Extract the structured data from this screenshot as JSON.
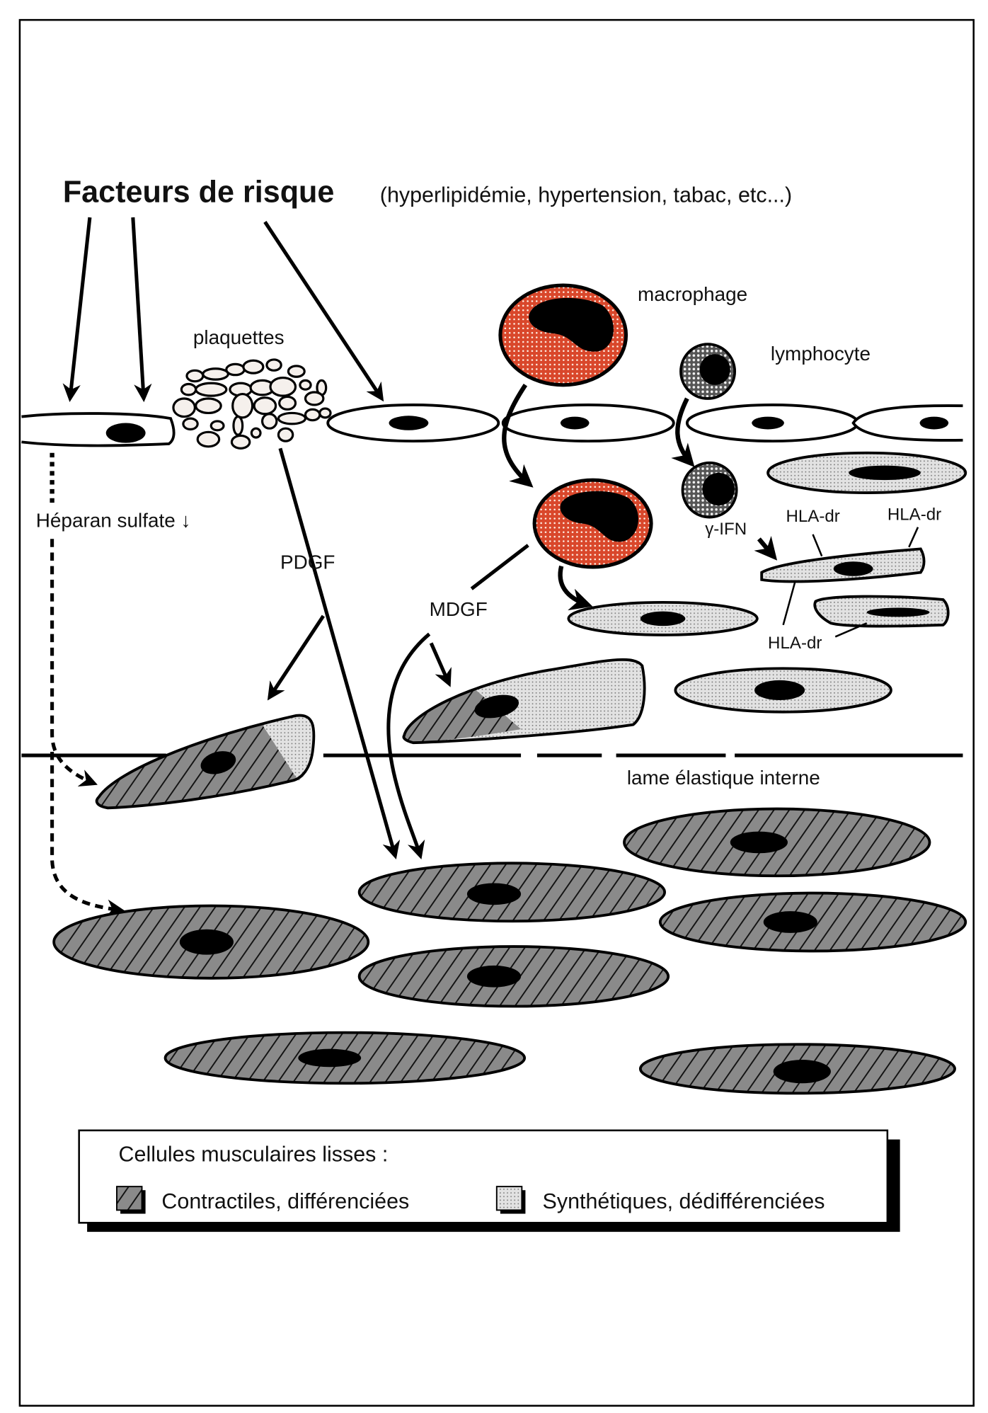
{
  "diagram": {
    "title": {
      "main": "Facteurs de risque",
      "sub": "(hyperlipidémie, hypertension, tabac, etc...)"
    },
    "labels": {
      "plaquettes": "plaquettes",
      "macrophage": "macrophage",
      "lymphocyte": "lymphocyte",
      "heparan": "Héparan sulfate ↓",
      "pdgf": "PDGF",
      "mdgf": "MDGF",
      "gamma_ifn": "γ-IFN",
      "hla_1": "HLA-dr",
      "hla_2": "HLA-dr",
      "hla_3": "HLA-dr",
      "lame": "lame élastique interne"
    },
    "colors": {
      "macrophage_fill": "#c0392b",
      "contractile_fill": "#8a8a8a",
      "synthetic_fill": "#dcdcdc",
      "nucleus": "#000000",
      "lymphocyte_fill": "#bdbdbd"
    },
    "legend": {
      "heading": "Cellules musculaires lisses :",
      "items": [
        {
          "label": "Contractiles, différenciées",
          "swatch": "contractile"
        },
        {
          "label": "Synthétiques, dédifférenciées",
          "swatch": "synthetic"
        }
      ]
    }
  }
}
